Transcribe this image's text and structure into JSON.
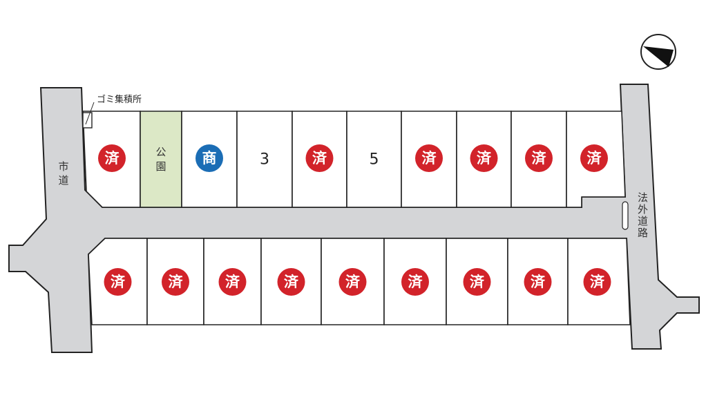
{
  "map": {
    "compass": "north-arrow",
    "roads": {
      "city_road": "市道",
      "private_road": "法外道路"
    },
    "garbage_label": "ゴミ集積所",
    "park_label": [
      "公",
      "園"
    ],
    "colors": {
      "sold": "#d2232a",
      "commercial": "#1b6db5",
      "park": "#dce8c6",
      "road": "#d4d5d7"
    },
    "top_row": [
      {
        "type": "sold",
        "label": "済"
      },
      {
        "type": "park"
      },
      {
        "type": "commercial",
        "label": "商"
      },
      {
        "type": "number",
        "label": "3"
      },
      {
        "type": "sold",
        "label": "済"
      },
      {
        "type": "number",
        "label": "5"
      },
      {
        "type": "sold",
        "label": "済"
      },
      {
        "type": "sold",
        "label": "済"
      },
      {
        "type": "sold",
        "label": "済"
      },
      {
        "type": "sold",
        "label": "済"
      }
    ],
    "bottom_row": [
      {
        "type": "sold",
        "label": "済"
      },
      {
        "type": "sold",
        "label": "済"
      },
      {
        "type": "sold",
        "label": "済"
      },
      {
        "type": "sold",
        "label": "済"
      },
      {
        "type": "sold",
        "label": "済"
      },
      {
        "type": "sold",
        "label": "済"
      },
      {
        "type": "sold",
        "label": "済"
      },
      {
        "type": "sold",
        "label": "済"
      },
      {
        "type": "sold",
        "label": "済"
      }
    ]
  }
}
